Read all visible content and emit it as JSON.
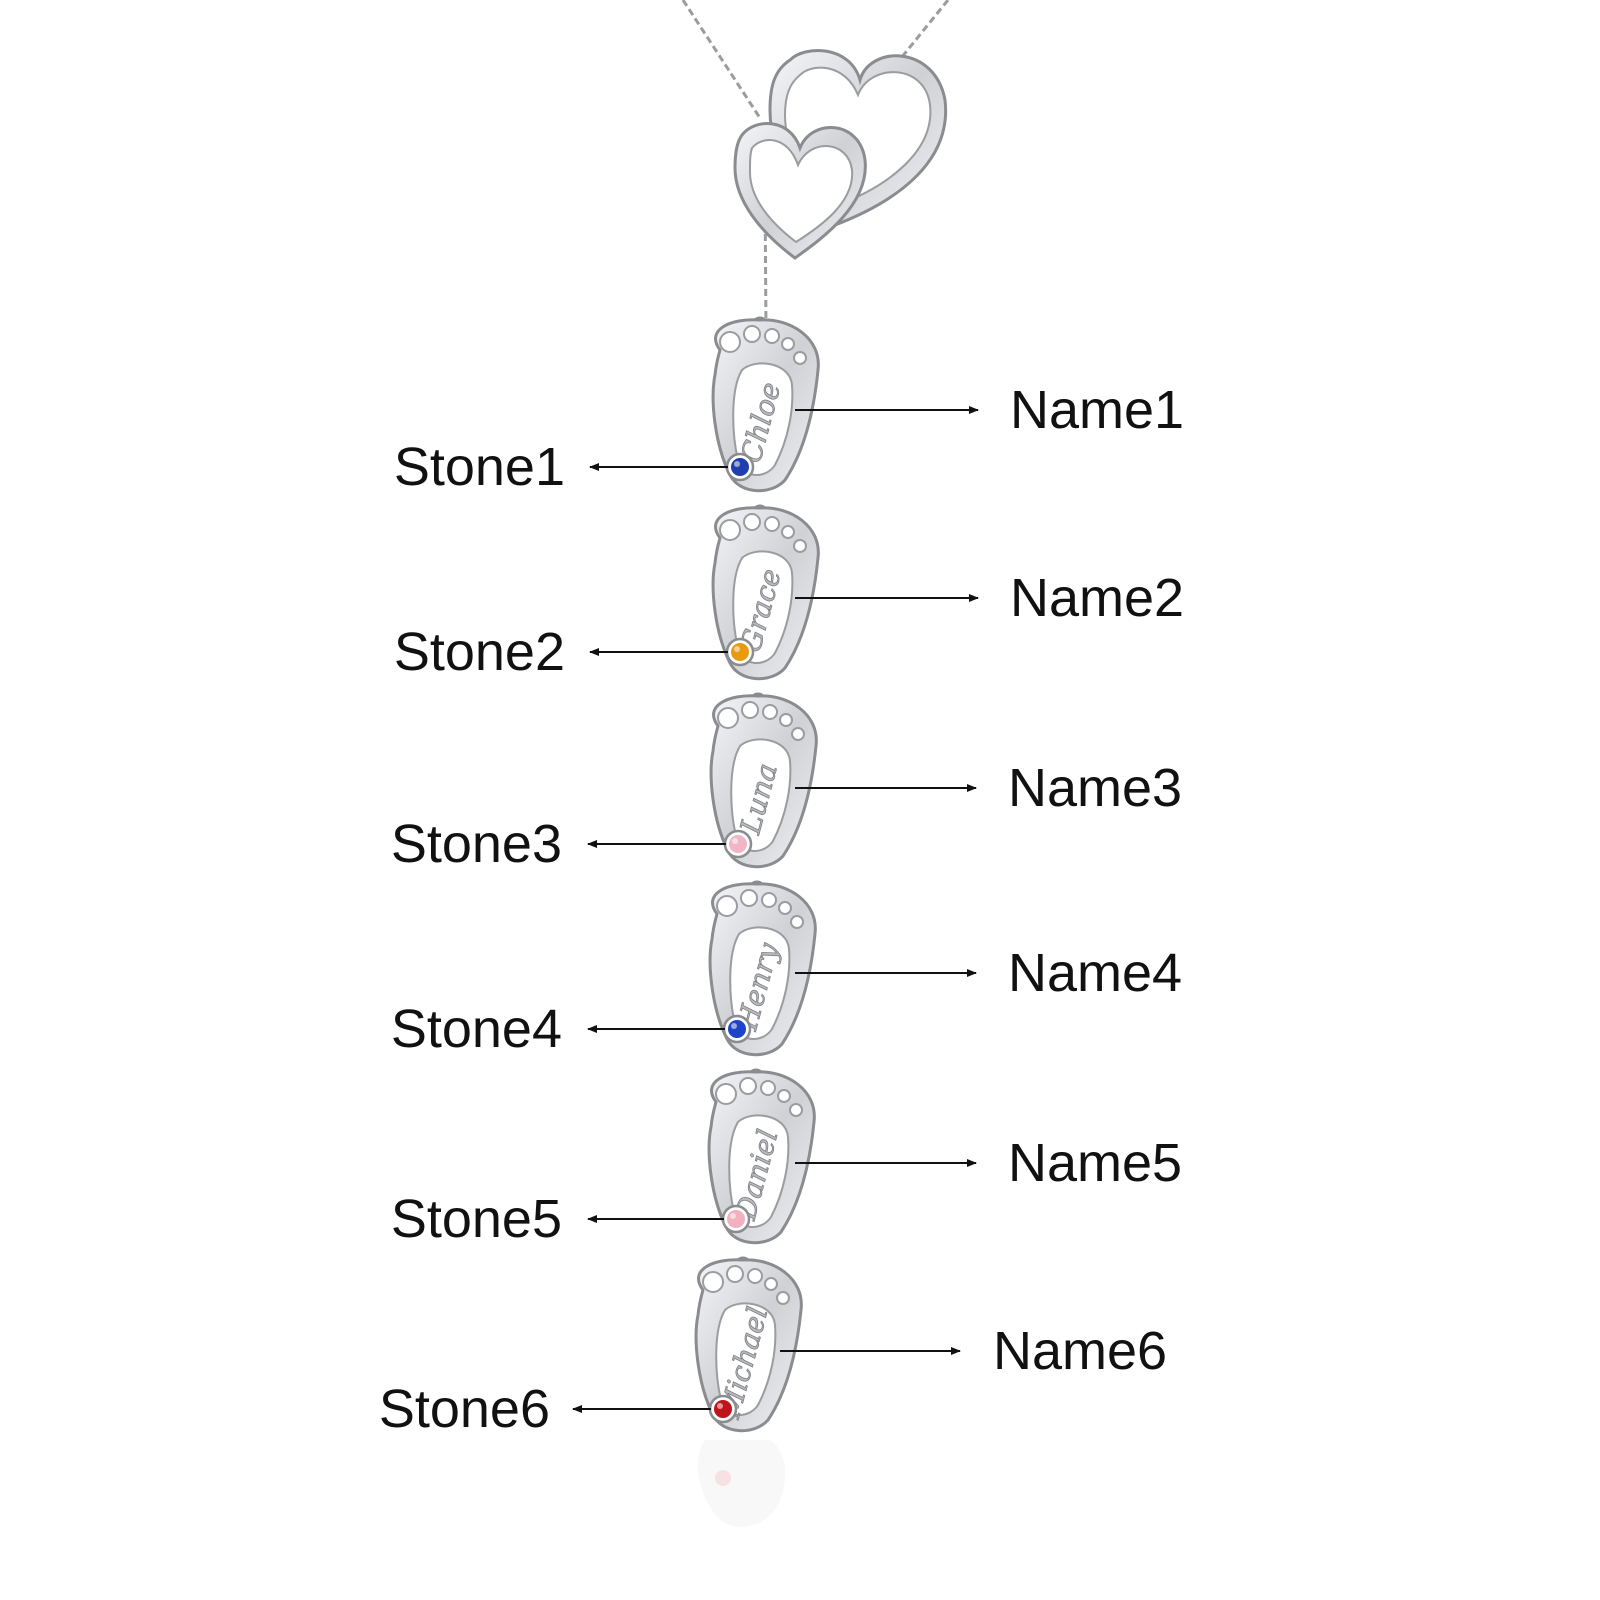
{
  "labels": {
    "names": [
      "Name1",
      "Name2",
      "Name3",
      "Name4",
      "Name5",
      "Name6"
    ],
    "stones": [
      "Stone1",
      "Stone2",
      "Stone3",
      "Stone4",
      "Stone5",
      "Stone6"
    ]
  },
  "engravings": [
    "Chloe",
    "Grace",
    "Luna",
    "Henry",
    "Daniel",
    "Michael"
  ],
  "stone_colors": [
    "#1f3fae",
    "#e89a10",
    "#f0b6c6",
    "#1e45c8",
    "#f2b0c0",
    "#c0141c"
  ],
  "colors": {
    "metal": "#d9dadd",
    "metal_edge": "#8a8c90",
    "arrow": "#111111",
    "label": "#111111"
  }
}
